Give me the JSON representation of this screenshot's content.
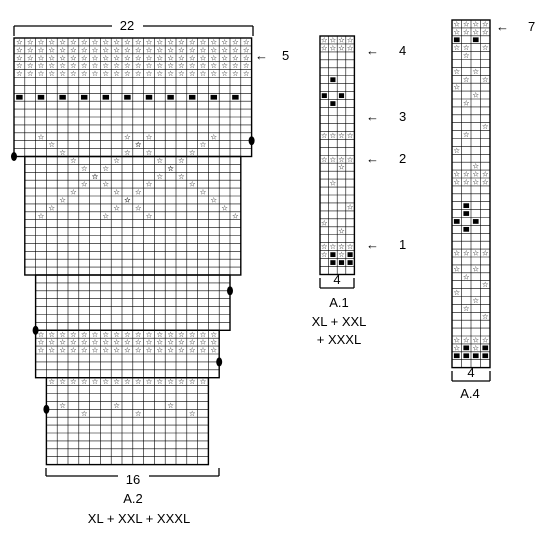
{
  "chart_a2": {
    "width_label": "22",
    "bottom_label": "16",
    "name": "A.2",
    "sizes": "XL + XXL + XXXL",
    "row_markers": [
      "5"
    ]
  },
  "chart_a1": {
    "width_label": "4",
    "name": "A.1",
    "sizes_line1": "XL + XXL",
    "sizes_line2": "+ XXXL",
    "row_markers": [
      "4",
      "3",
      "2",
      "1"
    ]
  },
  "chart_a4": {
    "width_label": "4",
    "name": "A.4",
    "row_markers": [
      "7"
    ]
  },
  "symbols": {
    "star": "☆",
    "arrow": "←",
    "star_color": "#000000",
    "filled_color": "#000000",
    "grid_color": "#000000"
  }
}
